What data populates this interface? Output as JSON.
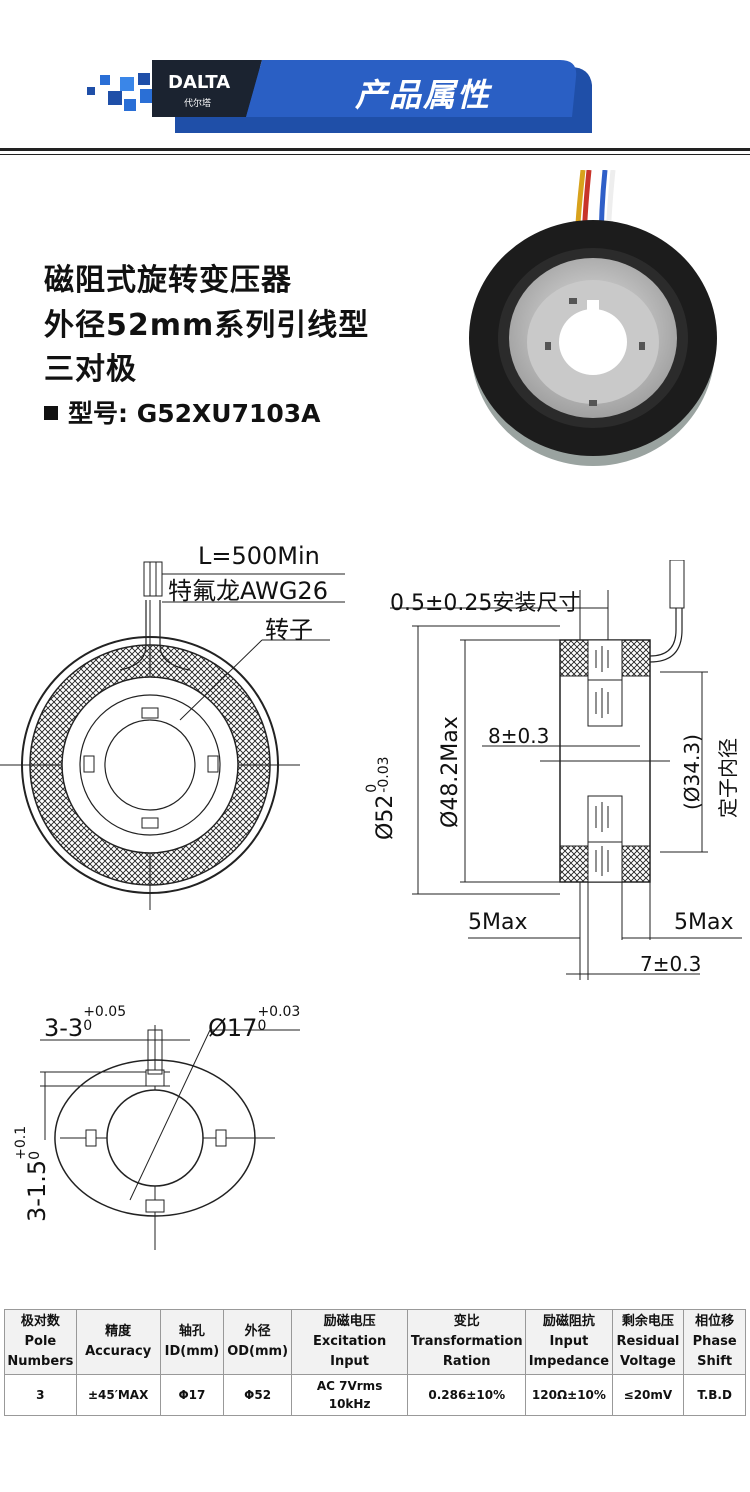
{
  "header": {
    "logo": "DALTA",
    "logo_sub": "代尔塔",
    "title": "产品属性"
  },
  "product": {
    "title_lines": [
      "磁阻式旋转变压器",
      "外径52mm系列引线型",
      "三对极"
    ],
    "model_label": "型号: G52XU7103A"
  },
  "drawing1": {
    "lead_length": "L=500Min",
    "wire_spec": "特氟龙AWG26",
    "rotor_label": "转子"
  },
  "drawing2": {
    "install_dim": "0.5±0.25安装尺寸",
    "od_label": "Ø52",
    "od_tol_upper": "0",
    "od_tol_lower": "-0.03",
    "max_dia": "Ø48.2Max",
    "height_dim": "8±0.3",
    "stator_id": "(Ø34.3)",
    "stator_id_label": "定子内径",
    "left_max": "5Max",
    "right_max": "5Max",
    "width_dim": "7±0.3"
  },
  "drawing3": {
    "key_dim": "3-3",
    "key_tol_upper": "+0.05",
    "key_tol_lower": "0",
    "bore_dim": "Ø17",
    "bore_tol_upper": "+0.03",
    "bore_tol_lower": "0",
    "slot_dim": "3-1.5",
    "slot_tol_upper": "+0.1",
    "slot_tol_lower": "0"
  },
  "spec_table": {
    "headers": [
      [
        "极对数",
        "Pole",
        "Numbers"
      ],
      [
        "精度",
        "Accuracy"
      ],
      [
        "轴孔",
        "ID(mm)"
      ],
      [
        "外径",
        "OD(mm)"
      ],
      [
        "励磁电压",
        "Excitation Input"
      ],
      [
        "变比",
        "Transformation",
        "Ration"
      ],
      [
        "励磁阻抗",
        "Input",
        "Impedance"
      ],
      [
        "剩余电压",
        "Residual",
        "Voltage"
      ],
      [
        "相位移",
        "Phase",
        "Shift"
      ]
    ],
    "values": [
      "3",
      "±45′MAX",
      "Φ17",
      "Φ52",
      "AC 7Vrms 10kHz",
      "0.286±10%",
      "120Ω±10%",
      "≤20mV",
      "T.B.D"
    ]
  },
  "colors": {
    "banner_blue": "#1f4fa8",
    "banner_dark": "#1b2330",
    "accent_blue": "#2a6fd6"
  }
}
